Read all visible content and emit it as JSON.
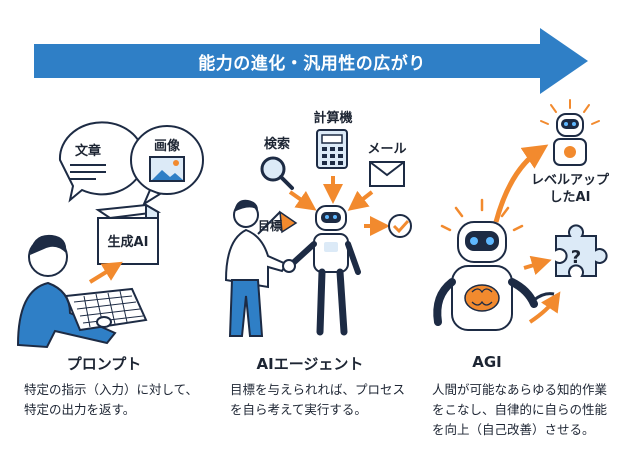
{
  "banner": {
    "title": "能力の進化・汎用性の広がり"
  },
  "prompt": {
    "bubble_text": "文章",
    "bubble_image": "画像",
    "box_label": "生成AI",
    "title": "プロンプト",
    "description": "特定の指示（入力）に対して、特定の出力を返す。"
  },
  "agent": {
    "search": "検索",
    "calculator": "計算機",
    "mail": "メール",
    "goal": "目標",
    "title": "AIエージェント",
    "description": "目標を与えられれば、プロセスを自ら考えて実行する。"
  },
  "agi": {
    "levelup": "レベルアップしたAI",
    "title": "AGI",
    "description": "人間が可能なあらゆる知的作業をこなし、自律的に自らの性能を向上（自己改善）させる。"
  },
  "colors": {
    "blue": "#2f7fc6",
    "orange": "#f28a2e",
    "navy": "#1d2b44",
    "light_blue": "#dceaf7"
  }
}
